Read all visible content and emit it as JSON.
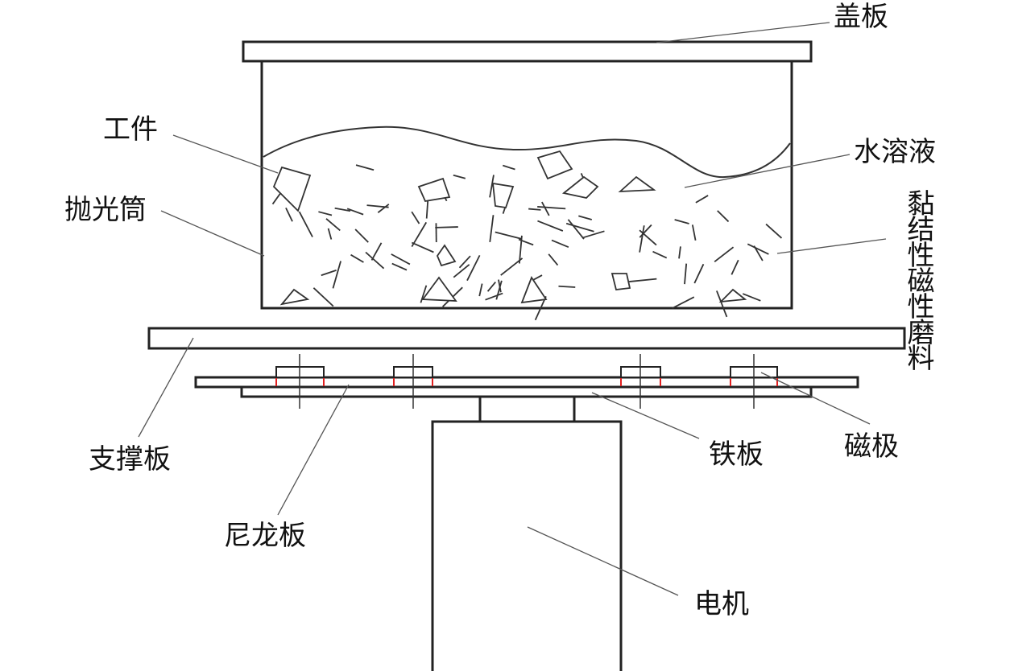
{
  "labels": {
    "cover": "盖板",
    "workpiece": "工件",
    "solution": "水溶液",
    "barrel": "抛光筒",
    "abrasive": "黏结性磁性磨料",
    "support_plate": "支撑板",
    "iron_plate": "铁板",
    "magnetic_pole": "磁极",
    "nylon_plate": "尼龙板",
    "motor": "电机"
  },
  "colors": {
    "line": "#222222",
    "pole_mark": "#e02020"
  }
}
